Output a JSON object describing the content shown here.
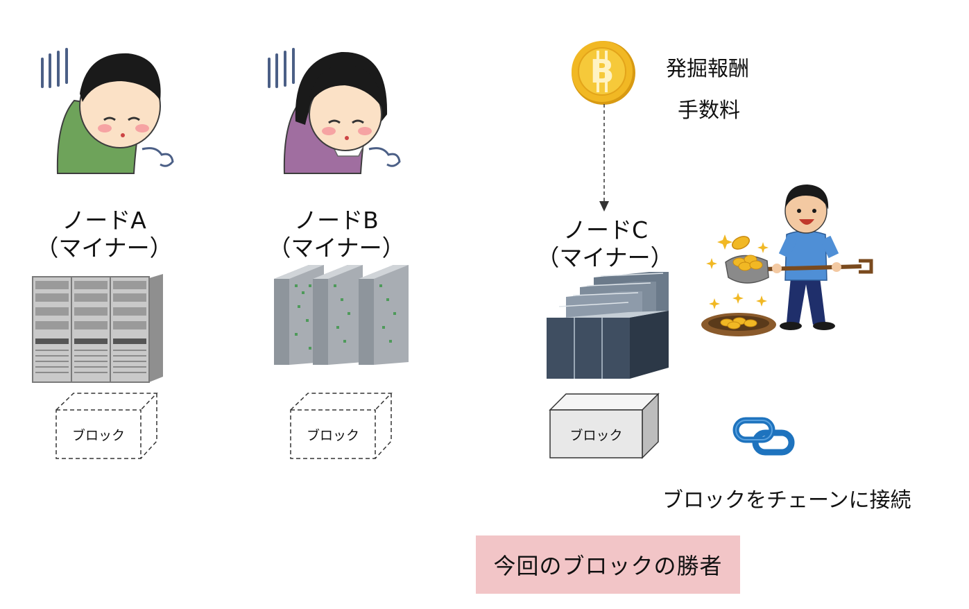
{
  "nodes": [
    {
      "name": "ノードA",
      "role": "（マイナー）",
      "block_label": "ブロック",
      "status": "lost"
    },
    {
      "name": "ノードB",
      "role": "（マイナー）",
      "block_label": "ブロック",
      "status": "lost"
    },
    {
      "name": "ノードC",
      "role": "（マイナー）",
      "block_label": "ブロック",
      "status": "winner"
    }
  ],
  "reward": {
    "line1": "発掘報酬",
    "line2": "手数料"
  },
  "chain_caption": "ブロックをチェーンに接続",
  "winner_caption": "今回のブロックの勝者",
  "colors": {
    "winner_box": "#f2c5c7",
    "coin": "#f1b824",
    "chain_link": "#1e73be",
    "shirt_a": "#6ea35a",
    "shirt_b": "#a06ea0",
    "shirt_c": "#4f8fd6"
  },
  "icons": [
    "tired-man-icon",
    "tired-woman-icon",
    "bitcoin-coin-icon",
    "happy-miner-icon",
    "server-rack-icon",
    "chain-link-icon"
  ]
}
